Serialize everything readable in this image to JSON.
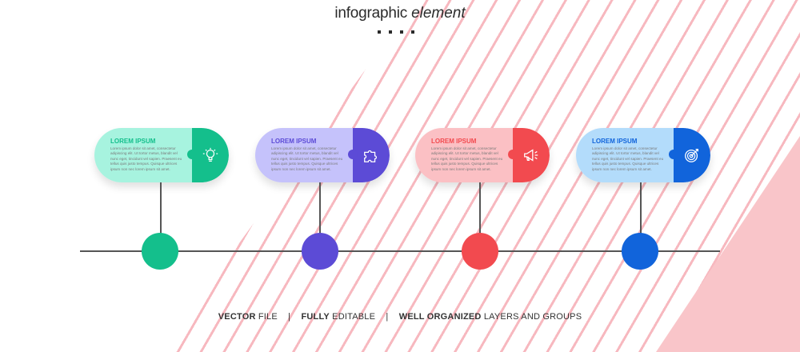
{
  "header": {
    "title_bold": "infographic",
    "title_italic": "element"
  },
  "steps": [
    {
      "heading": "LOREM IPSUM",
      "text": "Lorem ipsum dolor sit amet, consectetur adipiscing elit. Ut tortor metus, blandit vel nunc eget, tincidunt vel sapien. Praesent eu tellus quis justo tempus. Quisque ultrices ipsum non nec lorem ipsum sit amet.",
      "icon": "lightbulb-icon",
      "light": "#a7f3df",
      "dark": "#14bf8c",
      "text_color": "#14bf8c"
    },
    {
      "heading": "LOREM IPSUM",
      "text": "Lorem ipsum dolor sit amet, consectetur adipiscing elit. Ut tortor metus, blandit vel nunc eget, tincidunt vel sapien. Praesent eu tellus quis justo tempus. Quisque ultrices ipsum non nec lorem ipsum sit amet.",
      "icon": "puzzle-icon",
      "light": "#c5c2fb",
      "dark": "#5c4bd6",
      "text_color": "#5c4bd6"
    },
    {
      "heading": "LOREM IPSUM",
      "text": "Lorem ipsum dolor sit amet, consectetur adipiscing elit. Ut tortor metus, blandit vel nunc eget, tincidunt vel sapien. Praesent eu tellus quis justo tempus. Quisque ultrices ipsum non nec lorem ipsum sit amet.",
      "icon": "megaphone-icon",
      "light": "#fbc0c4",
      "dark": "#f24a4f",
      "text_color": "#f24a4f"
    },
    {
      "heading": "LOREM IPSUM",
      "text": "Lorem ipsum dolor sit amet, consectetur adipiscing elit. Ut tortor metus, blandit vel nunc eget, tincidunt vel sapien. Praesent eu tellus quis justo tempus. Quisque ultrices ipsum non nec lorem ipsum sit amet.",
      "icon": "target-icon",
      "light": "#b3dcfb",
      "dark": "#1164db",
      "text_color": "#1164db"
    }
  ],
  "footer": {
    "part1_bold": "VECTOR",
    "part1_rest": " FILE",
    "part2_bold": "FULLY",
    "part2_rest": " EDITABLE",
    "part3_bold": "WELL ORGANIZED",
    "part3_rest": " LAYERS AND GROUPS",
    "separator": "|"
  },
  "stock_id": "632801830"
}
